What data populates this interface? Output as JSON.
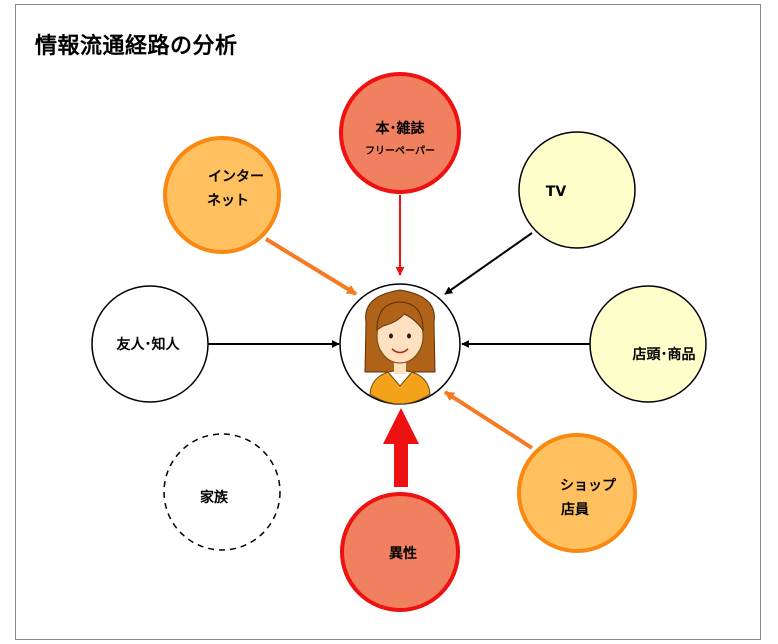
{
  "title": "情報流通経路の分析",
  "nodes": {
    "book": {
      "line1": "本･雑誌",
      "line2": "フリーペーパー"
    },
    "internet": {
      "line1": "インター",
      "line2": "ネット"
    },
    "tv": {
      "line1": "TV"
    },
    "friends": {
      "line1": "友人･知人"
    },
    "store": {
      "line1": "店頭･商品"
    },
    "family": {
      "line1": "家族"
    },
    "shop": {
      "line1": "ショップ",
      "line2": "店員"
    },
    "opposite": {
      "line1": "異性"
    }
  },
  "colors": {
    "red_node": "#f08060",
    "red_border": "#ee1111",
    "orange_node": "#ffc060",
    "orange_border": "#f88810",
    "cream_node": "#ffffcc",
    "arrow_red": "#ee1111",
    "arrow_orange": "#f57a20",
    "arrow_black": "#000000"
  }
}
